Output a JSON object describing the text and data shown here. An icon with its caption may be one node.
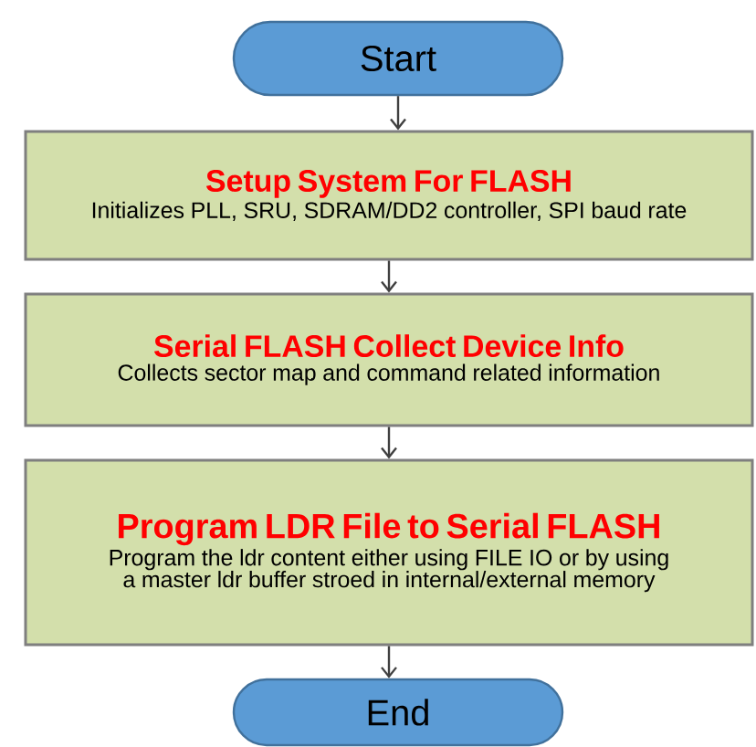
{
  "diagram": {
    "nodes": [
      {
        "text": [
          "Start"
        ]
      },
      {
        "text": [
          "Setup System For FLASH",
          "Initializes PLL, SRU, SDRAM/DD2 controller, SPI baud rate"
        ]
      },
      {
        "text": [
          "Serial FLASH Collect Device Info",
          "Collects sector map and command related information"
        ]
      },
      {
        "text": [
          "Program LDR File to Serial FLASH",
          "Program the ldr content either using FILE IO or by using a master ldr buffer stroed in internal/external memory"
        ]
      },
      {
        "text": [
          "End"
        ]
      }
    ],
    "edges": [
      {
        "from": 0,
        "to": 1,
        "arrow": "to"
      },
      {
        "from": 1,
        "to": 2,
        "arrow": "to"
      },
      {
        "from": 2,
        "to": 3,
        "arrow": "to"
      },
      {
        "from": 3,
        "to": 4,
        "arrow": "to"
      }
    ]
  }
}
